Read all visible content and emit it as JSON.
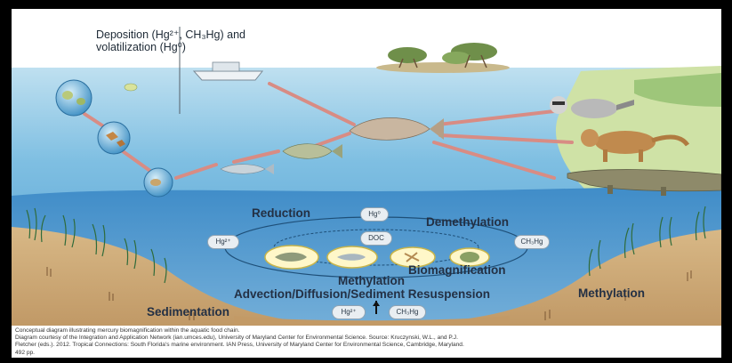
{
  "labels": {
    "deposition_line1": "Deposition (Hg²⁺, CH₃Hg) and",
    "deposition_line2": "volatilization (Hg⁰)",
    "reduction": "Reduction",
    "demethylation": "Demethylation",
    "biomagnification": "Biomagnification",
    "methylation_center": "Methylation",
    "methylation_right": "Methylation",
    "advection": "Advection/Diffusion/Sediment Resuspension",
    "sedimentation": "Sedimentation"
  },
  "pills": {
    "hg0": "Hg⁰",
    "doc": "DOC",
    "hg2_left": "Hg²⁺",
    "ch3hg_right": "CH₃Hg",
    "hg2_bottom": "Hg²⁺",
    "ch3hg_bottom": "CH₃Hg"
  },
  "caption": {
    "line1": "Conceptual diagram illustrating mercury biomagnification within the aquatic food chain.",
    "line2": "Diagram courtesy of the Integration and Application Network (ian.umces.edu), University of Maryland Center for Environmental Science. Source: Kruczynski, W.L., and P.J.",
    "line3": "Fletcher (eds.). 2012. Tropical Connections: South Florida's marine environment. IAN Press, University of Maryland Center for Environmental Science, Cambridge, Maryland.",
    "line4": "492 pp."
  },
  "colors": {
    "sky": "#ffffff",
    "water": "#6fb3d9",
    "water_deep": "#2f7fbf",
    "sediment": "#c9a574",
    "food_chain_arrow": "#d88c84"
  },
  "icons": [
    "boat-icon",
    "mangrove-island-icon",
    "plankton-bubble-icon",
    "fish-icon",
    "raccoon-icon",
    "panther-icon",
    "alligator-icon",
    "seagrass-icon"
  ]
}
